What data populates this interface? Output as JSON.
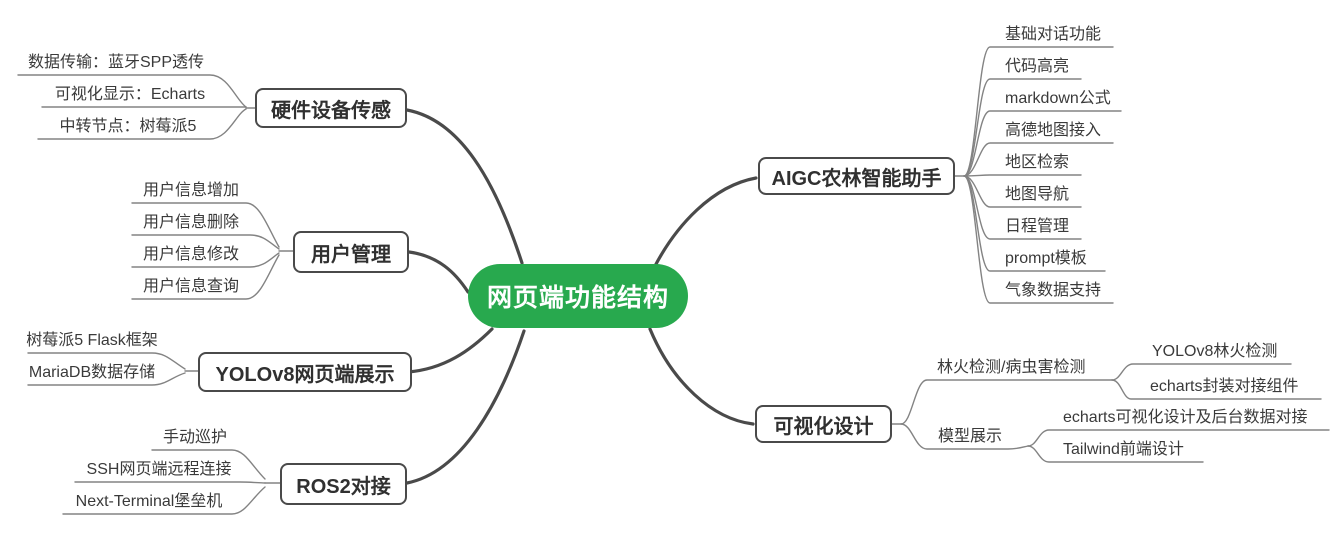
{
  "root": {
    "label": "网页端功能结构"
  },
  "left": {
    "hardware": {
      "label": "硬件设备传感",
      "children": [
        "数据传输：蓝牙SPP透传",
        "可视化显示：Echarts",
        "中转节点：树莓派5"
      ]
    },
    "user": {
      "label": "用户管理",
      "children": [
        "用户信息增加",
        "用户信息删除",
        "用户信息修改",
        "用户信息查询"
      ]
    },
    "yolo": {
      "label": "YOLOv8网页端展示",
      "children": [
        "树莓派5 Flask框架",
        "MariaDB数据存储"
      ]
    },
    "ros": {
      "label": "ROS2对接",
      "children": [
        "手动巡护",
        "SSH网页端远程连接",
        "Next-Terminal堡垒机"
      ]
    }
  },
  "right": {
    "aigc": {
      "label": "AIGC农林智能助手",
      "children": [
        "基础对话功能",
        "代码高亮",
        "markdown公式",
        "高德地图接入",
        "地区检索",
        "地图导航",
        "日程管理",
        "prompt模板",
        "气象数据支持"
      ]
    },
    "visual": {
      "label": "可视化设计",
      "subtopics": {
        "detect": {
          "label": "林火检测/病虫害检测",
          "children": [
            "YOLOv8林火检测",
            "echarts封装对接组件"
          ]
        },
        "model": {
          "label": "模型展示",
          "children": [
            "echarts可视化设计及后台数据对接",
            "Tailwind前端设计"
          ]
        }
      }
    }
  },
  "colors": {
    "root_bg": "#28a94e",
    "root_text": "#ffffff",
    "branch_line": "#4a4a4a",
    "leaf_line": "#838383",
    "box_border": "#4a4a4a",
    "text": "#3a3a3a"
  }
}
